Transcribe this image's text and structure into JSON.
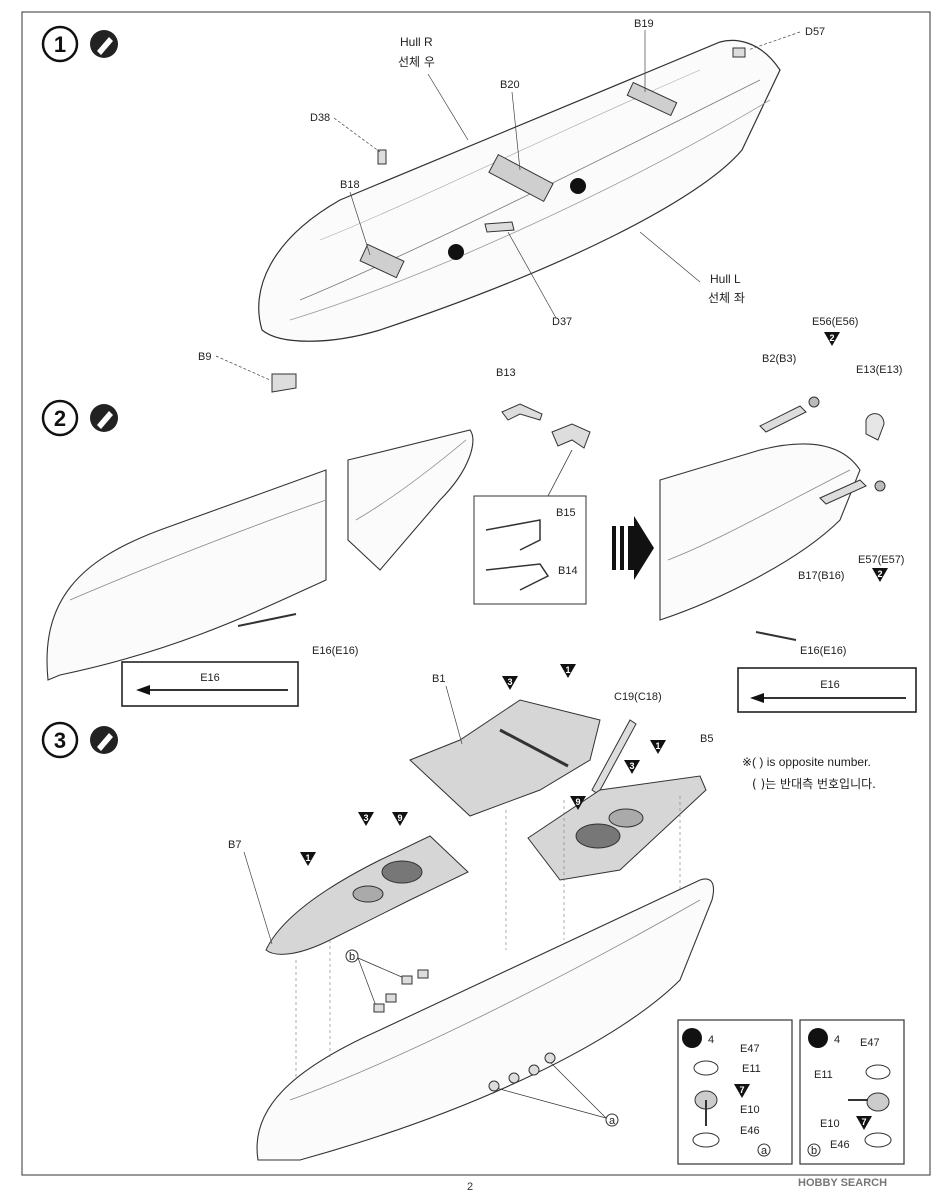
{
  "steps": [
    {
      "number": "1"
    },
    {
      "number": "2"
    },
    {
      "number": "3"
    }
  ],
  "step1": {
    "hull_r": "Hull R",
    "hull_r_kor": "선체 우",
    "hull_l": "Hull L",
    "hull_l_kor": "선체 좌",
    "parts": [
      "B19",
      "D57",
      "B20",
      "D38",
      "B18",
      "D37",
      "B9"
    ]
  },
  "step2": {
    "parts": [
      "B13",
      "B15",
      "B14",
      "E16(E16)",
      "E16(E16)",
      "E56(E56)",
      "B2(B3)",
      "E13(E13)",
      "B17(B16)",
      "E57(E57)"
    ],
    "rod_left": "E16",
    "rod_right": "E16",
    "markers": [
      "2",
      "2"
    ]
  },
  "step3": {
    "parts": [
      "B1",
      "C19(C18)",
      "B5",
      "B7"
    ],
    "markers": [
      "3",
      "1",
      "1",
      "3",
      "9",
      "9",
      "3",
      "1"
    ],
    "note_en": "※( ) is opposite number.",
    "note_kor": "( )는 반대측 번호입니다.",
    "detail_a": {
      "count": "4",
      "parts": [
        "E47",
        "E11",
        "E10",
        "E46"
      ],
      "marker": "7",
      "tag": "a"
    },
    "detail_b": {
      "count": "4",
      "parts": [
        "E47",
        "E11",
        "E10",
        "E46"
      ],
      "marker": "7",
      "tag": "b"
    },
    "callout_a": "a",
    "callout_b": "b"
  },
  "footer": {
    "page": "2",
    "watermark": "HOBBY SEARCH"
  }
}
